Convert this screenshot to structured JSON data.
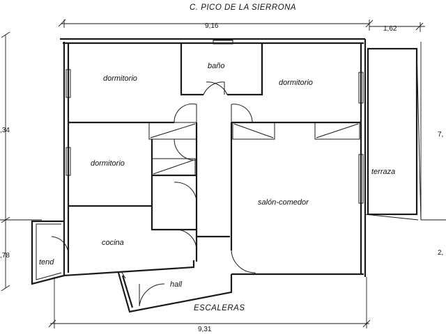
{
  "street_name": "C. PICO DE LA SIERRONA",
  "stairs_label": "ESCALERAS",
  "dimensions": {
    "top_main": "9,16",
    "top_right": "1,62",
    "bottom": "9,31",
    "left_upper": ",34",
    "left_lower": ",78",
    "right_upper": "7,",
    "right_lower": "2,"
  },
  "rooms": {
    "bedroom_1": "dormitorio",
    "bathroom": "baño",
    "bedroom_2": "dormitorio",
    "bedroom_3": "dormitorio",
    "living_dining": "salón-comedor",
    "terrace": "terraza",
    "kitchen": "cocina",
    "laundry": "tend",
    "hall": "hall"
  }
}
